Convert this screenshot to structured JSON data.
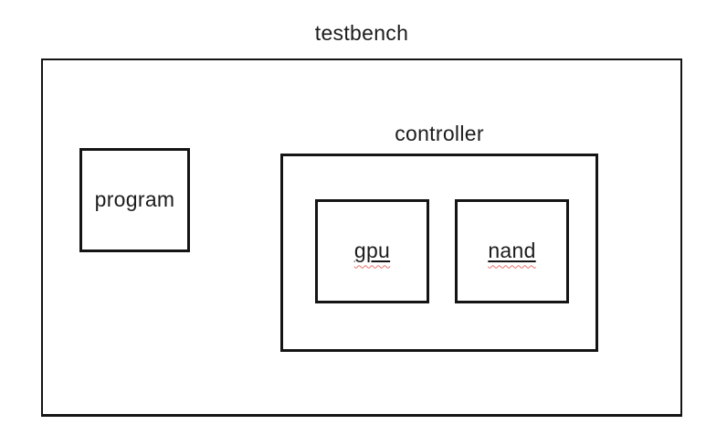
{
  "diagram": {
    "type": "block-diagram",
    "background_color": "#ffffff",
    "line_color": "#141414",
    "text_color": "#1c1c1c",
    "spellcheck_underline_color": "#e8716a",
    "blocks": {
      "testbench": {
        "label": "testbench",
        "label_position": "above-box",
        "contains": [
          "program",
          "controller"
        ]
      },
      "program": {
        "label": "program",
        "label_position": "inside-box"
      },
      "controller": {
        "label": "controller",
        "label_position": "above-box",
        "contains": [
          "gpu",
          "nand"
        ]
      },
      "gpu": {
        "label": "gpu",
        "label_position": "inside-box",
        "label_underlined": true,
        "spellcheck_squiggle": true
      },
      "nand": {
        "label": "nand",
        "label_position": "inside-box",
        "label_underlined": true,
        "spellcheck_squiggle": true
      }
    }
  }
}
